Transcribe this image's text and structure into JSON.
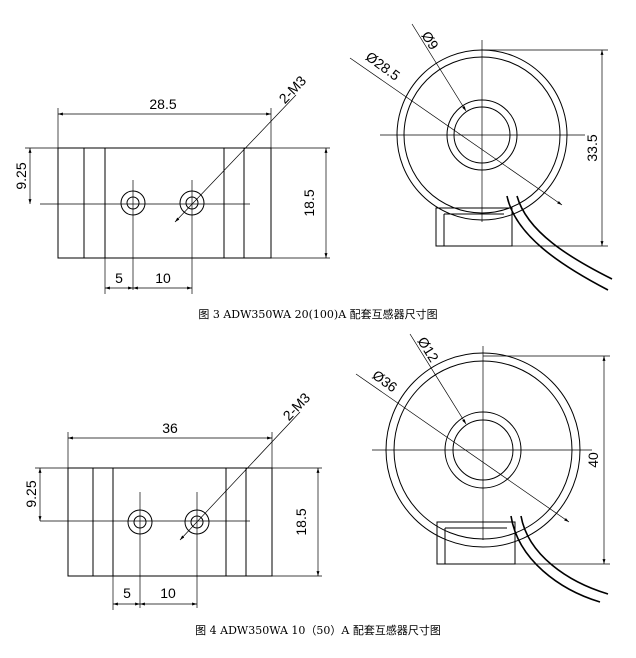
{
  "figure3": {
    "caption": "图 3 ADW350WA 20(100)A 配套互感器尺寸图",
    "width": "28.5",
    "screw": "2-M3",
    "left_height": "9.25",
    "height": "18.5",
    "spacing_a": "5",
    "spacing_b": "10",
    "outer_diameter": "Ø28.5",
    "inner_diameter": "Ø9",
    "total_height": "33.5"
  },
  "figure4": {
    "caption": "图 4 ADW350WA 10（50）A 配套互感器尺寸图",
    "width": "36",
    "screw": "2-M3",
    "left_height": "9.25",
    "height": "18.5",
    "spacing_a": "5",
    "spacing_b": "10",
    "outer_diameter": "Ø36",
    "inner_diameter": "Ø12",
    "total_height": "40"
  }
}
